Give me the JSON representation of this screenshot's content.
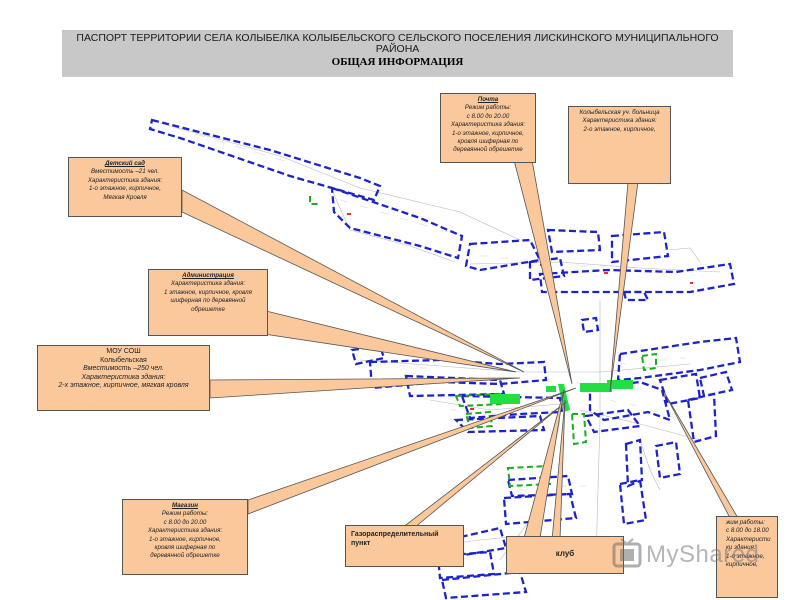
{
  "header": {
    "title": "ПАСПОРТ ТЕРРИТОРИИ СЕЛА КОЛЫБЕЛКА КОЛЫБЕЛЬСКОГО СЕЛЬСКОГО ПОСЕЛЕНИЯ ЛИСКИНСКОГО МУНИЦИПАЛЬНОГО РАЙОНА",
    "subtitle": "ОБЩАЯ ИНФОРМАЦИЯ"
  },
  "callouts": {
    "kindergarten": {
      "title": "Детский сад",
      "body": "Вместимость –21 чел.\nХарактеристика здания:\n1-о этажное, кирпичное,\nМягкая Кровля"
    },
    "administration": {
      "title": "Администрация",
      "body": "Характеристика здания:\n1 этажное, кирпичное, кровля\nшиферная по деревянной\nобрешетке"
    },
    "school": {
      "title": "МОУ СОШ\nКолыбельская",
      "body": "Вместимость –250 чел.\nХарактеристика здания:\n2-х этажное, кирпичное, мягкая кровля"
    },
    "post": {
      "title": "Почта",
      "body": "Режим работы:\nс 8.00 до 20.00\nХарактеристика здания:\n1-о этажное, кирпичное,\nкровля шиферная по\nдеревянной обрешетке"
    },
    "hospital": {
      "title": "Колыбельская уч. больница",
      "body": "Характеристика здания:\n2-о этажное, кирпичное,"
    },
    "shop": {
      "title": "Магазин",
      "body": "Режим работы:\nс 8.00 до 20.00\nХарактеристика здания:\n1-о этажное, кирпичное,\nкровля шиферная по\nдеревянной обрешетке"
    },
    "gas": {
      "title": "Газораспределительный\nпункт"
    },
    "club": {
      "title": "клуб"
    },
    "right": {
      "body": "жим работы:\nс 8.00 до 18.00\nХарактеристи\nки здания:\n1-о этажное,\nкирпичное,"
    }
  },
  "watermark": {
    "text": "MyShared"
  },
  "colors": {
    "callout_fill": "#fbc89b",
    "callout_border": "#555555",
    "zone_blue": "#1e23c8",
    "zone_green": "#1faa1f",
    "building_green": "#22dd44",
    "header_bg": "#c8c8c8"
  }
}
